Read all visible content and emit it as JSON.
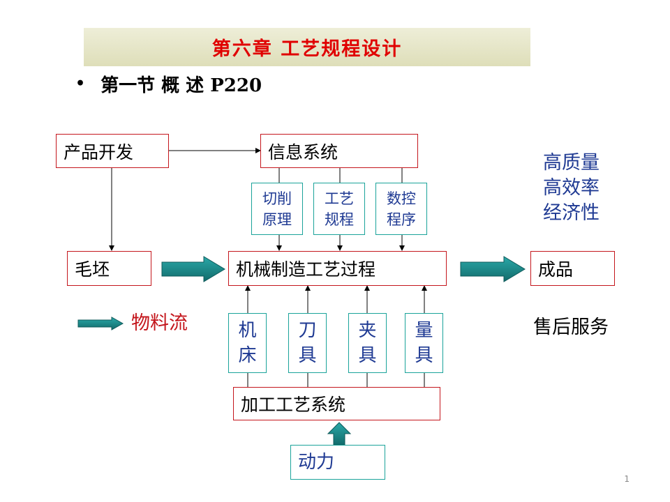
{
  "title": "第六章  工艺规程设计",
  "subtitle": "第一节 概   述 P220",
  "nodes": {
    "product_dev": "产品开发",
    "info_system": "信息系统",
    "cutting_principle": "切削\n原理",
    "process_spec": "工艺\n规程",
    "nc_program": "数控\n程序",
    "blank": "毛坯",
    "manufacturing": "机械制造工艺过程",
    "finished": "成品",
    "machine_tool": "机\n床",
    "cutter": "刀\n具",
    "fixture": "夹\n具",
    "gauge": "量\n具",
    "processing_system": "加工工艺系统",
    "power": "动力"
  },
  "goals": [
    "高质量",
    "高效率",
    "经济性"
  ],
  "legend": {
    "label": "物料流"
  },
  "after_sales": "售后服务",
  "page_number": "1",
  "colors": {
    "title_red": "#e00000",
    "box_border_red": "#c4161c",
    "box_border_teal": "#1aa39a",
    "text_blue": "#1f3a93",
    "flow_arrow": "#1e8c8c"
  }
}
